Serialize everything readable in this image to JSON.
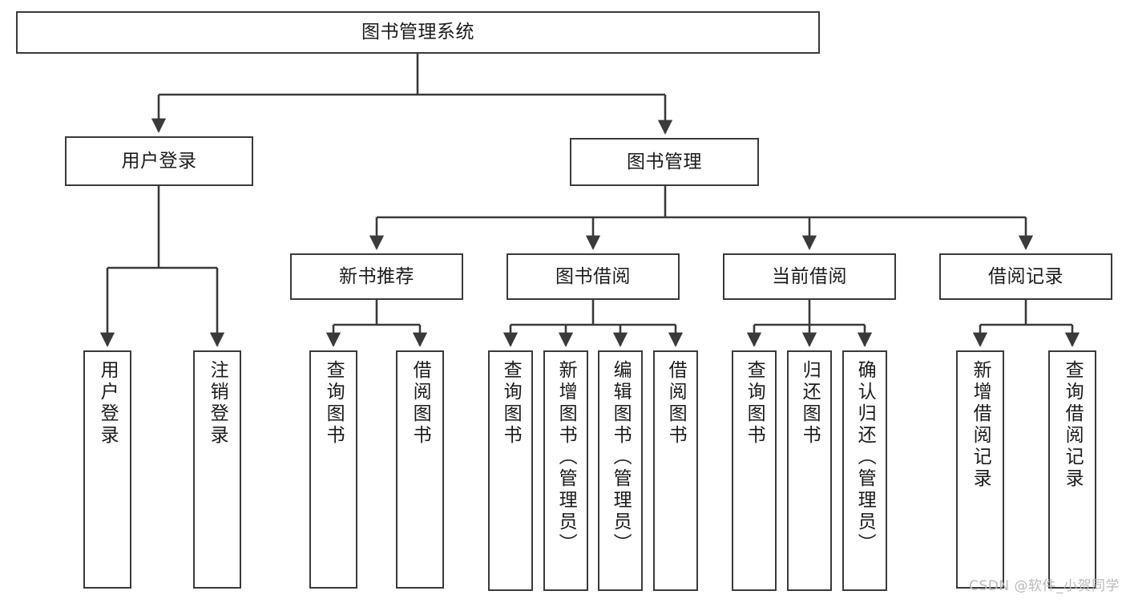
{
  "diagram": {
    "title": "图书管理系统",
    "type": "tree-hierarchy-chart",
    "colors": {
      "box_border": "#3a3a3a",
      "box_fill": "#ffffff",
      "connector": "#3a3a3a",
      "text": "#1b1b1b",
      "watermark": "#b9b9b9",
      "background": "#ffffff"
    }
  },
  "watermark": {
    "text": "CSDN @软件_小贺同学"
  },
  "nodes": {
    "root": {
      "label": "图书管理系统"
    },
    "level2": [
      {
        "label": "用户登录"
      },
      {
        "label": "图书管理"
      }
    ],
    "level3": [
      {
        "label": "新书推荐"
      },
      {
        "label": "图书借阅"
      },
      {
        "label": "当前借阅"
      },
      {
        "label": "借阅记录"
      }
    ],
    "leaves": {
      "user_login": [
        {
          "label": "用户登录"
        },
        {
          "label": "注销登录"
        }
      ],
      "new_book_recommend": [
        {
          "label": "查询图书"
        },
        {
          "label": "借阅图书"
        }
      ],
      "book_borrow": [
        {
          "label": "查询图书"
        },
        {
          "label": "新增图书（管理员）"
        },
        {
          "label": "编辑图书（管理员）"
        },
        {
          "label": "借阅图书"
        }
      ],
      "current_borrow": [
        {
          "label": "查询图书"
        },
        {
          "label": "归还图书"
        },
        {
          "label": "确认归还（管理员）"
        }
      ],
      "borrow_record": [
        {
          "label": "新增借阅记录"
        },
        {
          "label": "查询借阅记录"
        }
      ]
    }
  },
  "chart_data": {
    "type": "table",
    "title": "图书管理系统",
    "tree": [
      {
        "label": "图书管理系统",
        "children": [
          {
            "label": "用户登录",
            "children": [
              {
                "label": "用户登录"
              },
              {
                "label": "注销登录"
              }
            ]
          },
          {
            "label": "图书管理",
            "children": [
              {
                "label": "新书推荐",
                "children": [
                  {
                    "label": "查询图书"
                  },
                  {
                    "label": "借阅图书"
                  }
                ]
              },
              {
                "label": "图书借阅",
                "children": [
                  {
                    "label": "查询图书"
                  },
                  {
                    "label": "新增图书（管理员）"
                  },
                  {
                    "label": "编辑图书（管理员）"
                  },
                  {
                    "label": "借阅图书"
                  }
                ]
              },
              {
                "label": "当前借阅",
                "children": [
                  {
                    "label": "查询图书"
                  },
                  {
                    "label": "归还图书"
                  },
                  {
                    "label": "确认归还（管理员）"
                  }
                ]
              },
              {
                "label": "借阅记录",
                "children": [
                  {
                    "label": "新增借阅记录"
                  },
                  {
                    "label": "查询借阅记录"
                  }
                ]
              }
            ]
          }
        ]
      }
    ]
  }
}
